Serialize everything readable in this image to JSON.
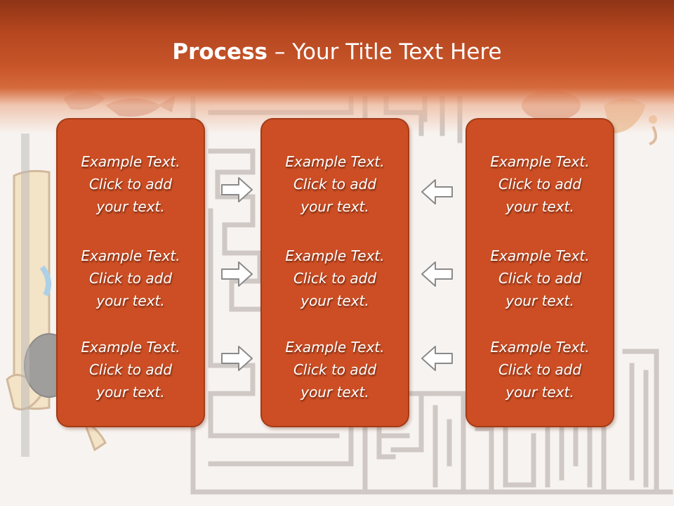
{
  "slide": {
    "title_bold": "Process",
    "title_rest": " – Your Title Text Here"
  },
  "columns": [
    {
      "items": [
        {
          "lines": [
            "Example Text.",
            "Click  to add",
            "your text."
          ]
        },
        {
          "lines": [
            "Example Text.",
            "Click  to add",
            "your text."
          ]
        },
        {
          "lines": [
            "Example Text.",
            "Click  to add",
            "your text."
          ]
        }
      ]
    },
    {
      "items": [
        {
          "lines": [
            "Example Text.",
            "Click  to add",
            "your text."
          ]
        },
        {
          "lines": [
            "Example Text.",
            "Click  to add",
            "your text."
          ]
        },
        {
          "lines": [
            "Example Text.",
            "Click  to add",
            "your text."
          ]
        }
      ]
    },
    {
      "items": [
        {
          "lines": [
            "Example Text.",
            "Click  to add",
            "your text."
          ]
        },
        {
          "lines": [
            "Example Text.",
            "Click  to add",
            "your text."
          ]
        },
        {
          "lines": [
            "Example Text.",
            "Click  to add",
            "your text."
          ]
        }
      ]
    }
  ],
  "arrows": {
    "left_column_arrows": [
      "right-arrow-icon",
      "right-arrow-icon",
      "right-arrow-icon"
    ],
    "right_column_arrows": [
      "left-arrow-icon",
      "left-arrow-icon",
      "left-arrow-icon"
    ]
  },
  "colors": {
    "header": "#b5461f",
    "box_fill": "#cd4e24",
    "box_border": "#a33b17",
    "maze_lines": "#c9c2bf",
    "text": "#ffffff"
  }
}
